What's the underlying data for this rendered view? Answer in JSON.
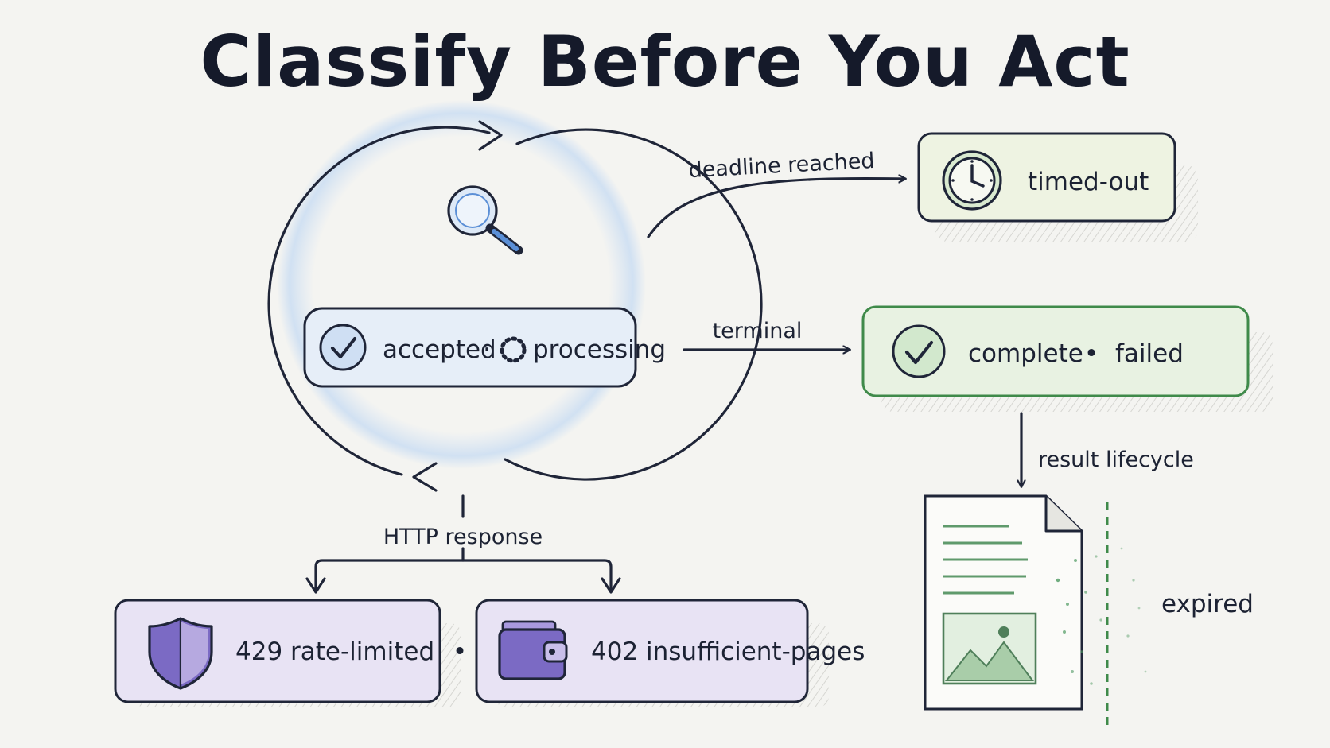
{
  "title": "Classify Before You Act",
  "loop": {
    "status_1": "accepted",
    "separator": "·",
    "status_2": "processing"
  },
  "edges": {
    "deadline": "deadline reached",
    "terminal": "terminal",
    "http": "HTTP response",
    "lifecycle": "result lifecycle"
  },
  "states": {
    "timed_out": "timed-out",
    "complete": "complete",
    "terminal_separator": "•",
    "failed": "failed",
    "rate_limited": "429 rate-limited",
    "http_separator": "•",
    "insufficient_pages": "402 insufficient-pages",
    "expired": "expired"
  },
  "colors": {
    "loop_accent": "#5b8fd6",
    "timed_out_fill": "#eef3e2",
    "complete_fill": "#e8f2e2",
    "complete_stroke": "#3f8a4a",
    "http_fill": "#e8e3f4",
    "http_accent": "#6a55b8",
    "expired_accent": "#4f9a62"
  },
  "icons": {
    "loop": "magnifier-icon",
    "accepted": "check-circle-icon",
    "processing": "dotted-circle-icon",
    "timed_out": "clock-icon",
    "complete": "check-circle-icon",
    "rate_limited": "shield-icon",
    "insufficient_pages": "wallet-icon",
    "expired": "document-icon"
  }
}
